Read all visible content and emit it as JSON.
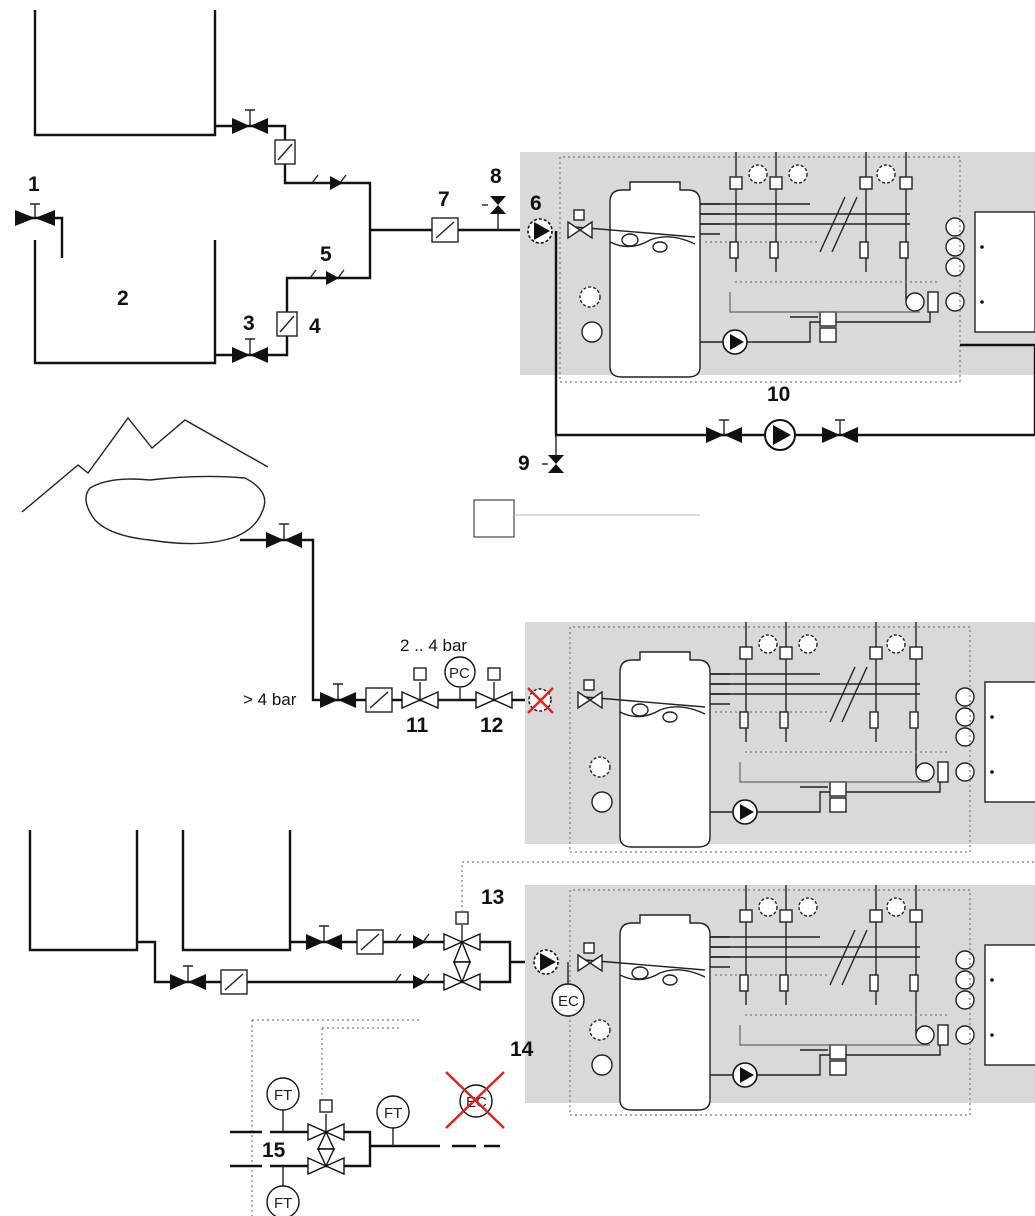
{
  "labels": {
    "n1": "1",
    "n2": "2",
    "n3": "3",
    "n4": "4",
    "n5": "5",
    "n6": "6",
    "n7": "7",
    "n8": "8",
    "n9": "9",
    "n10": "10",
    "n11": "11",
    "n12": "12",
    "n13": "13",
    "n14": "14",
    "n15": "15"
  },
  "annotations": {
    "pressure_high": "> 4 bar",
    "pressure_range": "2 .. 4 bar"
  },
  "instruments": {
    "pc": "PC",
    "ec": "EC",
    "ec_removed": "EC",
    "ft_top": "FT",
    "ft_right": "FT",
    "ft_bottom": "FT"
  },
  "colors": {
    "panel": "#d9d9d9",
    "pipe": "#111111",
    "cross": "#e0201a"
  }
}
